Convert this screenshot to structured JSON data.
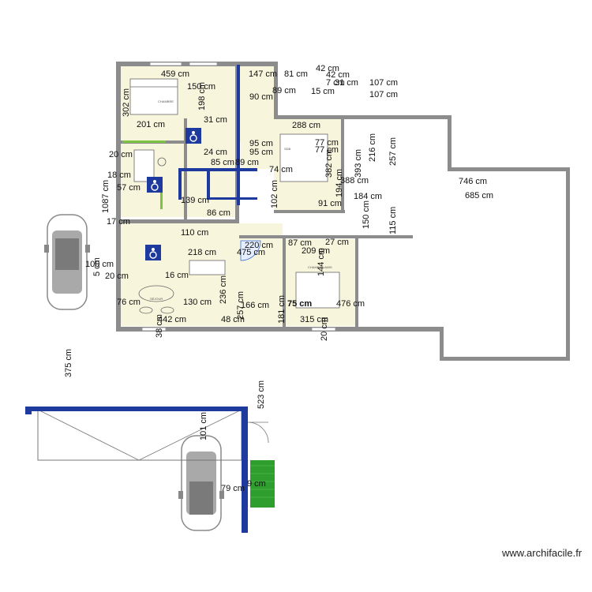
{
  "watermark": "www.archifacile.fr",
  "colors": {
    "wall": "#8c8c8c",
    "room_fill": "#f7f5dc",
    "blue_wall": "#1f3a9e",
    "green_wall": "#7ec242",
    "hedge": "#2e9e2e",
    "car": "#a9a9a9",
    "car_window": "#7a7a7a"
  },
  "rooms": [
    {
      "label": "CHAMBRE",
      "name": "bedroom-1"
    },
    {
      "label": "SÉJOUR",
      "name": "living-room"
    },
    {
      "label": "CHAMBRE AMIS",
      "name": "bedroom-2"
    },
    {
      "label": "SDB",
      "name": "bathroom"
    }
  ],
  "dimensions": [
    "459 cm",
    "150 cm",
    "198 cm",
    "147 cm",
    "81 cm",
    "42 cm",
    "42 cm",
    "7 cm",
    "31 cm",
    "107 cm",
    "107 cm",
    "90 cm",
    "89 cm",
    "15 cm",
    "302 cm",
    "201 cm",
    "31 cm",
    "288 cm",
    "95 cm",
    "77 cm",
    "95 cm",
    "77 cm",
    "20 cm",
    "24 cm",
    "85 cm",
    "89 cm",
    "382 cm",
    "74 cm",
    "746 cm",
    "685 cm",
    "216 cm",
    "257 cm",
    "393 cm",
    "388 cm",
    "184 cm",
    "18 cm",
    "1087 cm",
    "57 cm",
    "194 cm",
    "139 cm",
    "102 cm",
    "91 cm",
    "150 cm",
    "115 cm",
    "17 cm",
    "110 cm",
    "218 cm",
    "220 cm",
    "475 cm",
    "87 cm",
    "209 cm",
    "27 cm",
    "144 cm",
    "100 cm",
    "20 cm",
    "16 cm",
    "130 cm",
    "166 cm",
    "75 cm",
    "442 cm",
    "315 cm",
    "476 cm",
    "20 cm",
    "375 cm",
    "523 cm",
    "101 cm",
    "79 cm",
    "9 cm",
    "236 cm",
    "257 cm",
    "181 cm",
    "86 cm",
    "76 cm",
    "48 cm",
    "38 cm",
    "5 cm"
  ]
}
